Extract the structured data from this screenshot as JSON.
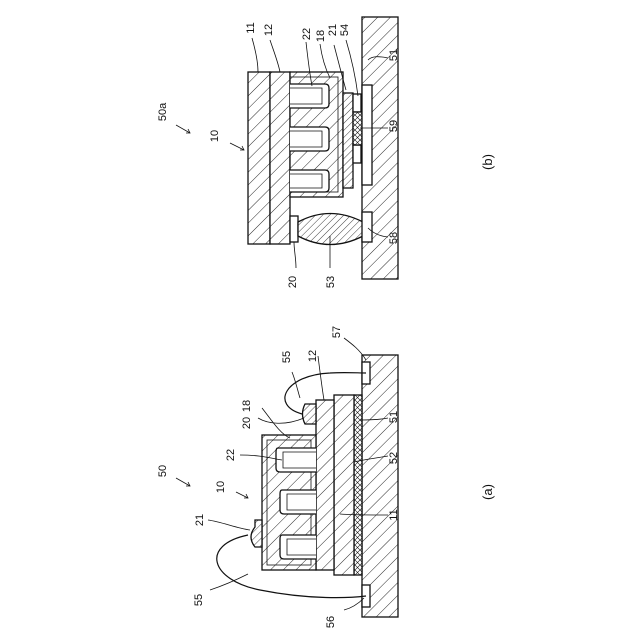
{
  "figure": {
    "a": {
      "caption": "(a)",
      "labels": {
        "assembly": "50",
        "device": "10",
        "pad_left": "21",
        "pad_top": "20",
        "cap": "18",
        "trench": "22",
        "substrate": "12",
        "base": "11",
        "adhesive": "52",
        "board": "51",
        "wire_upper": "55",
        "wire_lower": "55",
        "land_upper": "57",
        "land_lower": "56"
      }
    },
    "b": {
      "caption": "(b)",
      "labels": {
        "assembly": "50a",
        "device": "10",
        "base": "11",
        "substrate": "12",
        "trench": "22",
        "cap": "18",
        "pad_right": "21",
        "bump_right": "54",
        "board": "51",
        "underfill": "59",
        "land": "58",
        "solder": "53",
        "pad_left": "20"
      }
    }
  }
}
